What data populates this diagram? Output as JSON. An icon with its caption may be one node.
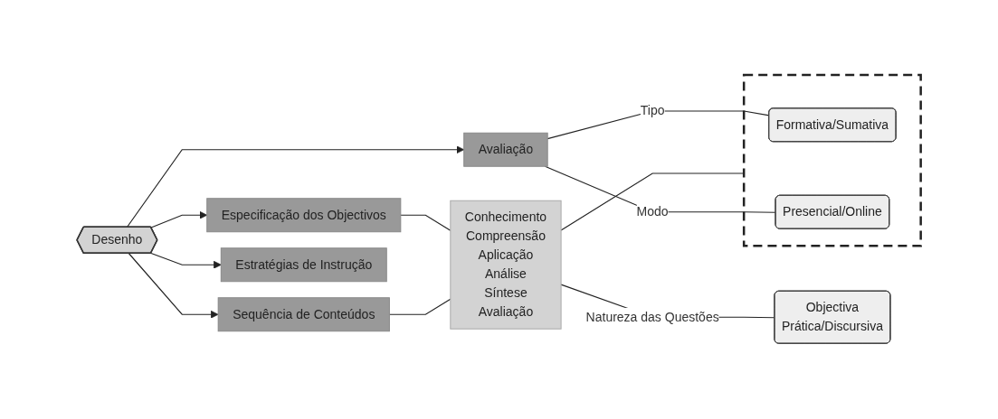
{
  "diagram": {
    "nodes": [
      {
        "text": [
          "Desenho"
        ]
      },
      {
        "text": [
          "Especificação dos Objectivos"
        ]
      },
      {
        "text": [
          "Avaliação"
        ]
      },
      {
        "text": [
          "Sequência de Conteúdos"
        ]
      },
      {
        "text": [
          "Estratégias de Instrução"
        ]
      },
      {
        "text": [
          "Conhecimento",
          "Compreensão",
          "Aplicação",
          "Análise",
          "Síntese",
          "Avaliação"
        ]
      },
      {
        "text": [
          "Objectiva",
          "Prática/Discursiva"
        ]
      },
      {
        "text": [],
        "shape": "box"
      },
      {
        "text": [
          "Formativa/Sumativa"
        ],
        "in": 7
      },
      {
        "text": [
          "Presencial/Online"
        ],
        "in": 7
      }
    ],
    "edges": [
      {
        "from": 0,
        "to": 1,
        "arrow": "to"
      },
      {
        "from": 0,
        "to": 2,
        "arrow": "to"
      },
      {
        "from": 0,
        "to": 3,
        "arrow": "to"
      },
      {
        "from": 0,
        "to": 4,
        "arrow": "to"
      },
      {
        "from": 1,
        "to": 5,
        "arrow": "none"
      },
      {
        "from": 5,
        "to": 7,
        "arrow": "none"
      },
      {
        "from": 3,
        "to": 5,
        "arrow": "none"
      },
      {
        "from": 5,
        "to": 6,
        "arrow": "none",
        "label": "Natureza das Questões"
      },
      {
        "from": 2,
        "to": 8,
        "arrow": "none",
        "label": "Tipo"
      },
      {
        "from": 2,
        "to": 9,
        "arrow": "none",
        "label": "Modo"
      }
    ]
  }
}
